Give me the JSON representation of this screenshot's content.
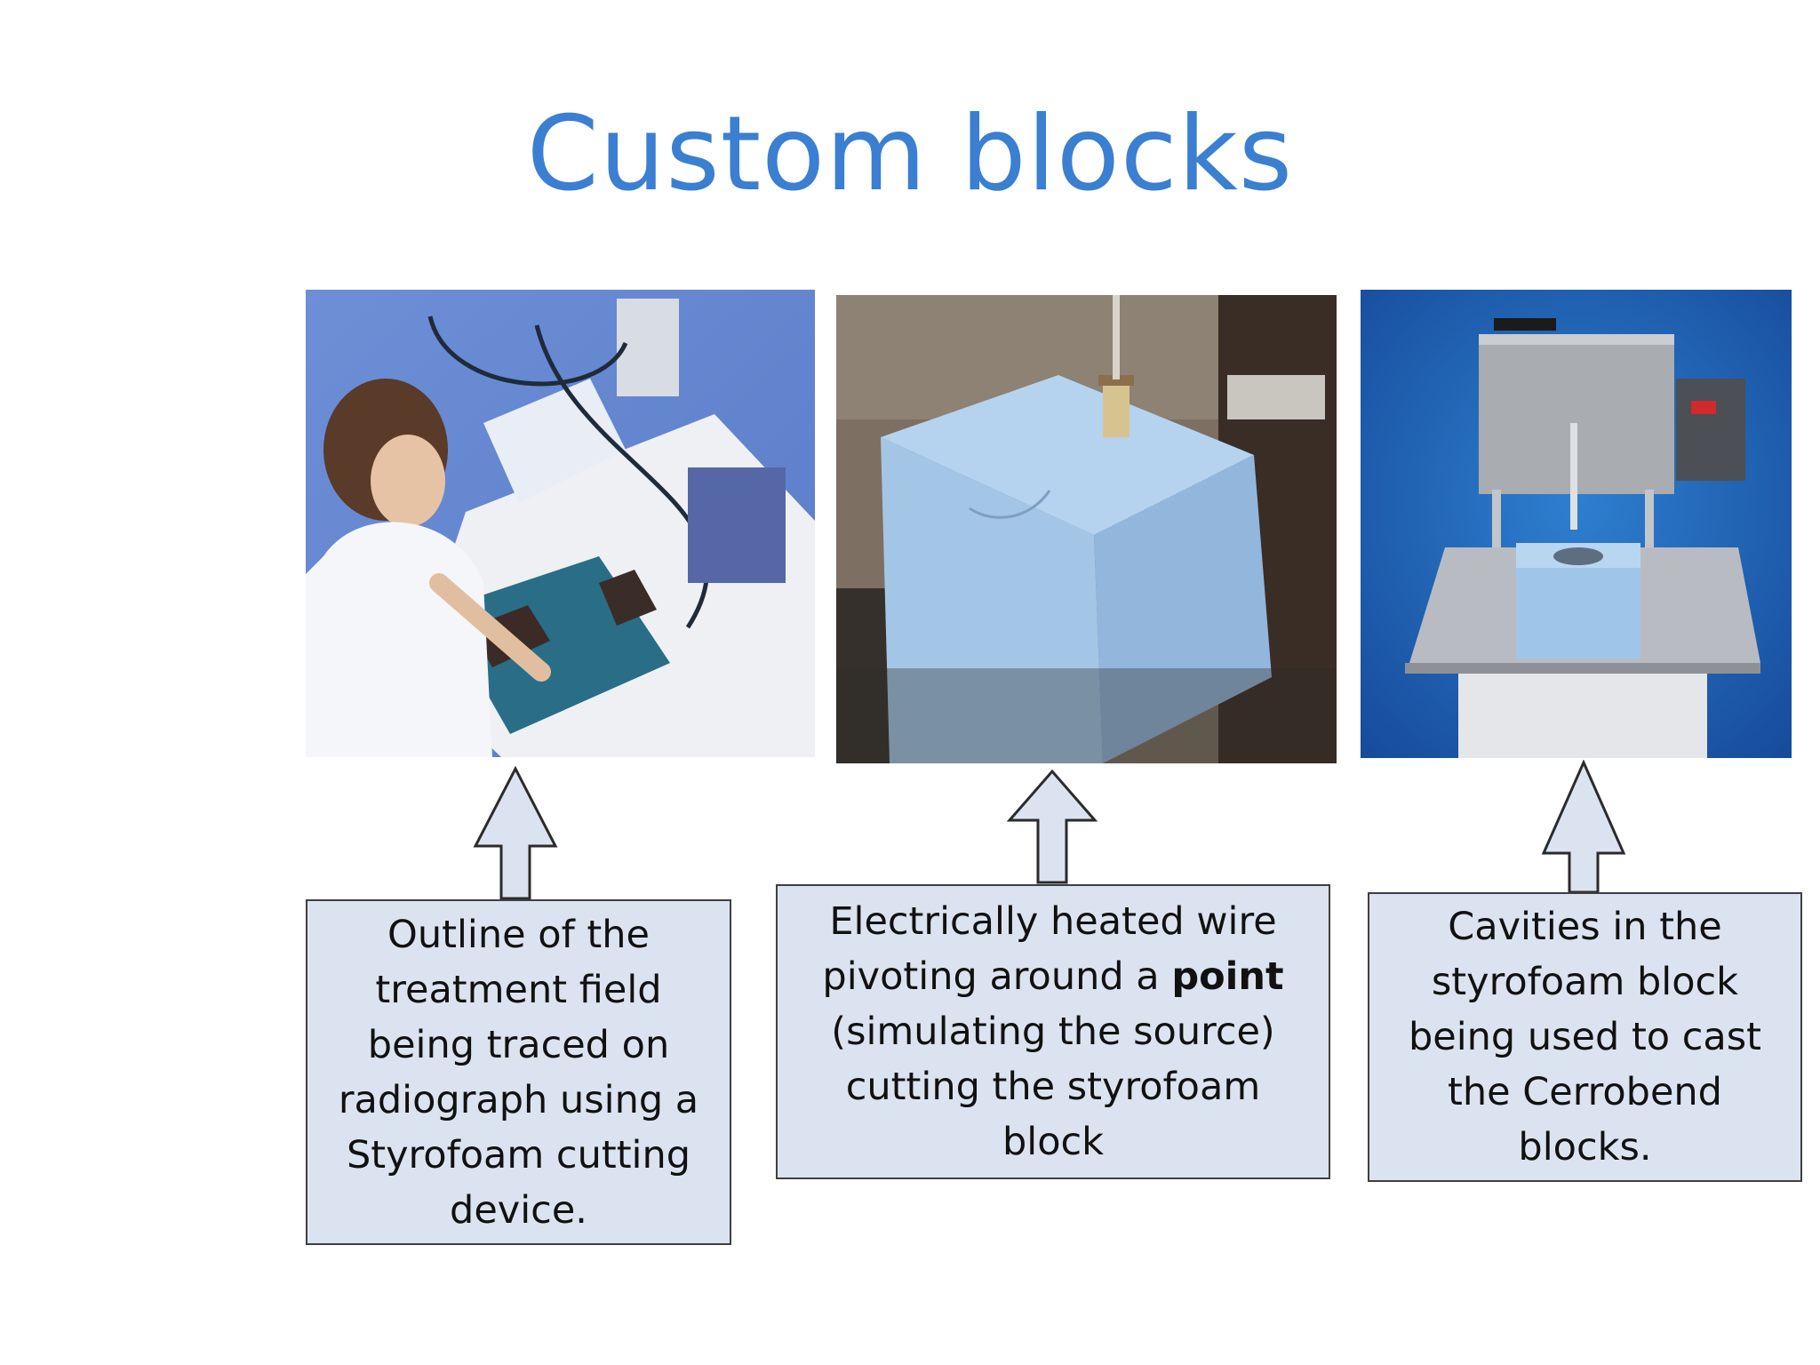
{
  "slide": {
    "title": "Custom blocks"
  },
  "callouts": {
    "c1": {
      "text": "Outline of the treatment field being traced on radiograph using a Styrofoam cutting device."
    },
    "c2": {
      "before": "Electrically heated wire pivoting around a ",
      "bold": "point",
      "after": " (simulating  the source) cutting the styrofoam block"
    },
    "c3": {
      "text": "Cavities in the styrofoam block being used to cast the Cerrobend blocks."
    }
  },
  "colors": {
    "title": "#3a7fd1",
    "callout_fill": "#dce3f0",
    "callout_border": "#3f3f3f"
  }
}
